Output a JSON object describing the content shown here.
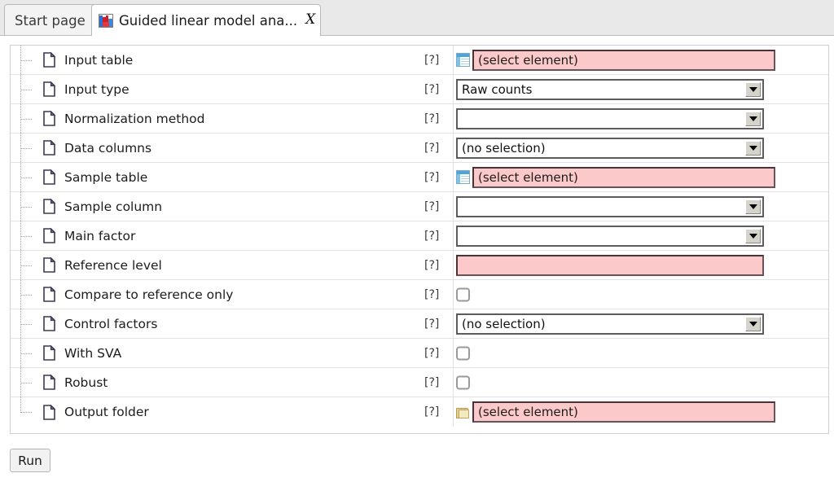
{
  "tabs": [
    {
      "label": "Start page",
      "active": false,
      "icon": "",
      "closable": false
    },
    {
      "label": "Guided linear model ana...",
      "active": true,
      "icon": "analysis-icon",
      "close_label": "X",
      "closable": true
    }
  ],
  "help_marker": "[?]",
  "parameters": [
    {
      "label": "Input table",
      "icon": "document-icon",
      "control": "picker",
      "control_icon": "table-icon",
      "value": "(select element)",
      "required": true
    },
    {
      "label": "Input type",
      "icon": "document-icon",
      "control": "combobox",
      "value": "Raw counts",
      "required": false
    },
    {
      "label": "Normalization method",
      "icon": "document-icon",
      "control": "combobox",
      "value": "",
      "required": false
    },
    {
      "label": "Data columns",
      "icon": "document-icon",
      "control": "combobox",
      "value": "(no selection)",
      "required": false
    },
    {
      "label": "Sample table",
      "icon": "document-icon",
      "control": "picker",
      "control_icon": "table-icon",
      "value": "(select element)",
      "required": true
    },
    {
      "label": "Sample column",
      "icon": "document-icon",
      "control": "combobox",
      "value": "",
      "required": false
    },
    {
      "label": "Main factor",
      "icon": "document-icon",
      "control": "combobox",
      "value": "",
      "required": false
    },
    {
      "label": "Reference level",
      "icon": "document-icon",
      "control": "textfield",
      "value": "",
      "required": true
    },
    {
      "label": "Compare to reference only",
      "icon": "document-icon",
      "control": "checkbox",
      "checked": false
    },
    {
      "label": "Control factors",
      "icon": "document-icon",
      "control": "combobox",
      "value": "(no selection)",
      "required": false
    },
    {
      "label": "With SVA",
      "icon": "document-icon",
      "control": "checkbox",
      "checked": false
    },
    {
      "label": "Robust",
      "icon": "document-icon",
      "control": "checkbox",
      "checked": false
    },
    {
      "label": "Output folder",
      "icon": "document-icon",
      "control": "picker",
      "control_icon": "folder-icon",
      "value": "(select element)",
      "required": true
    }
  ],
  "run_button": {
    "label": "Run"
  },
  "colors": {
    "required_field_bg": "#fbc9c9",
    "required_field_border": "#4b3237",
    "tabbar_bg": "#e9e9e9",
    "active_tab_bg": "#ffffff",
    "panel_border": "#cfcfcf",
    "row_separator": "#e2e2e2"
  }
}
